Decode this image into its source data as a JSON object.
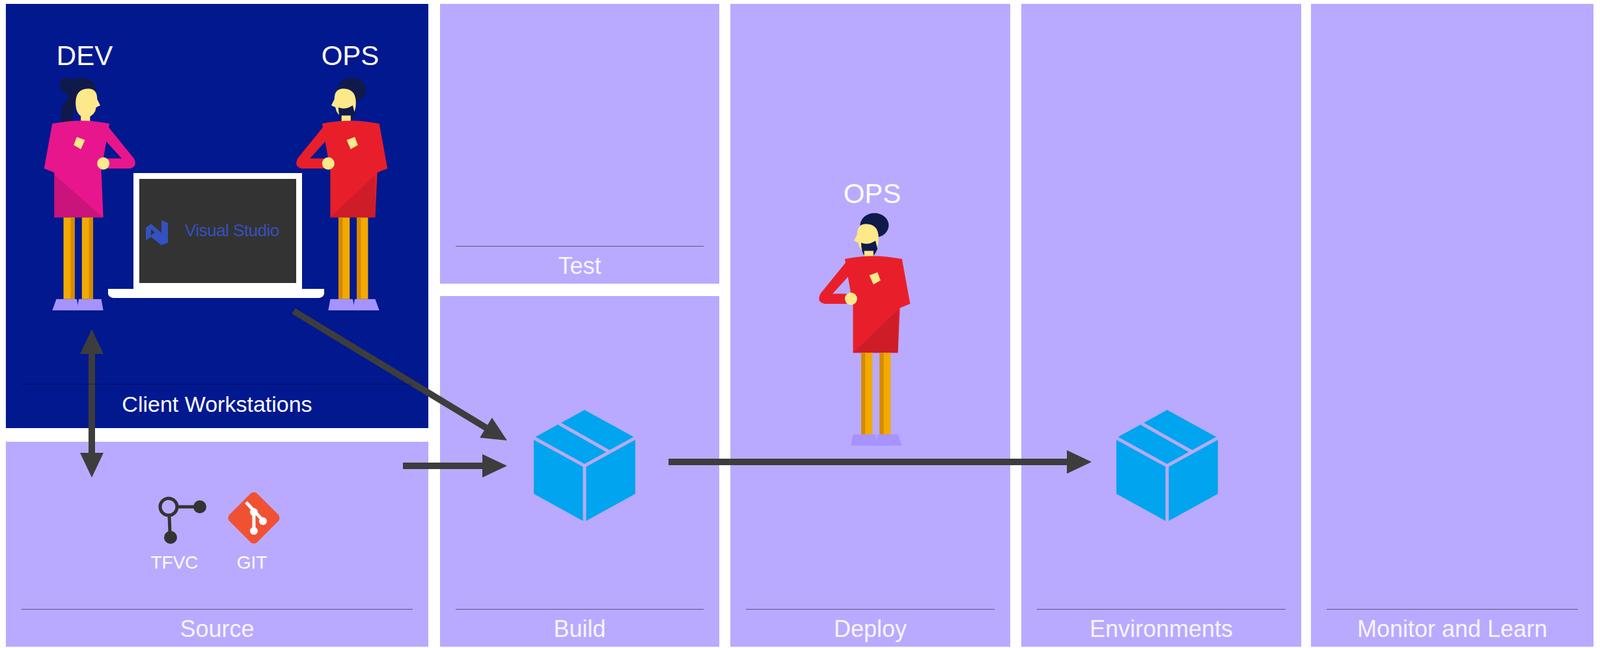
{
  "diagram": {
    "nodes": [
      {
        "text": [
          "Client Workstations"
        ]
      },
      {
        "text": [
          "Visual Studio"
        ],
        "in": 0
      },
      {
        "text": [
          "Test"
        ]
      },
      {
        "text": [
          "Source"
        ]
      },
      {
        "text": [
          "Build"
        ]
      },
      {
        "text": [
          "Deploy"
        ]
      },
      {
        "text": [
          "Environments"
        ]
      },
      {
        "text": [
          "Monitor and Learn"
        ]
      }
    ],
    "edges": [
      {
        "from": 1,
        "to": 4,
        "arrow": "to"
      },
      {
        "from": 0,
        "to": 3,
        "arrow": "both"
      },
      {
        "from": 3,
        "to": 4,
        "arrow": "to"
      },
      {
        "from": 4,
        "to": 6,
        "arrow": "to"
      }
    ],
    "labels": [
      "DEV",
      "OPS",
      "OPS",
      "TFVC",
      "GIT"
    ]
  }
}
